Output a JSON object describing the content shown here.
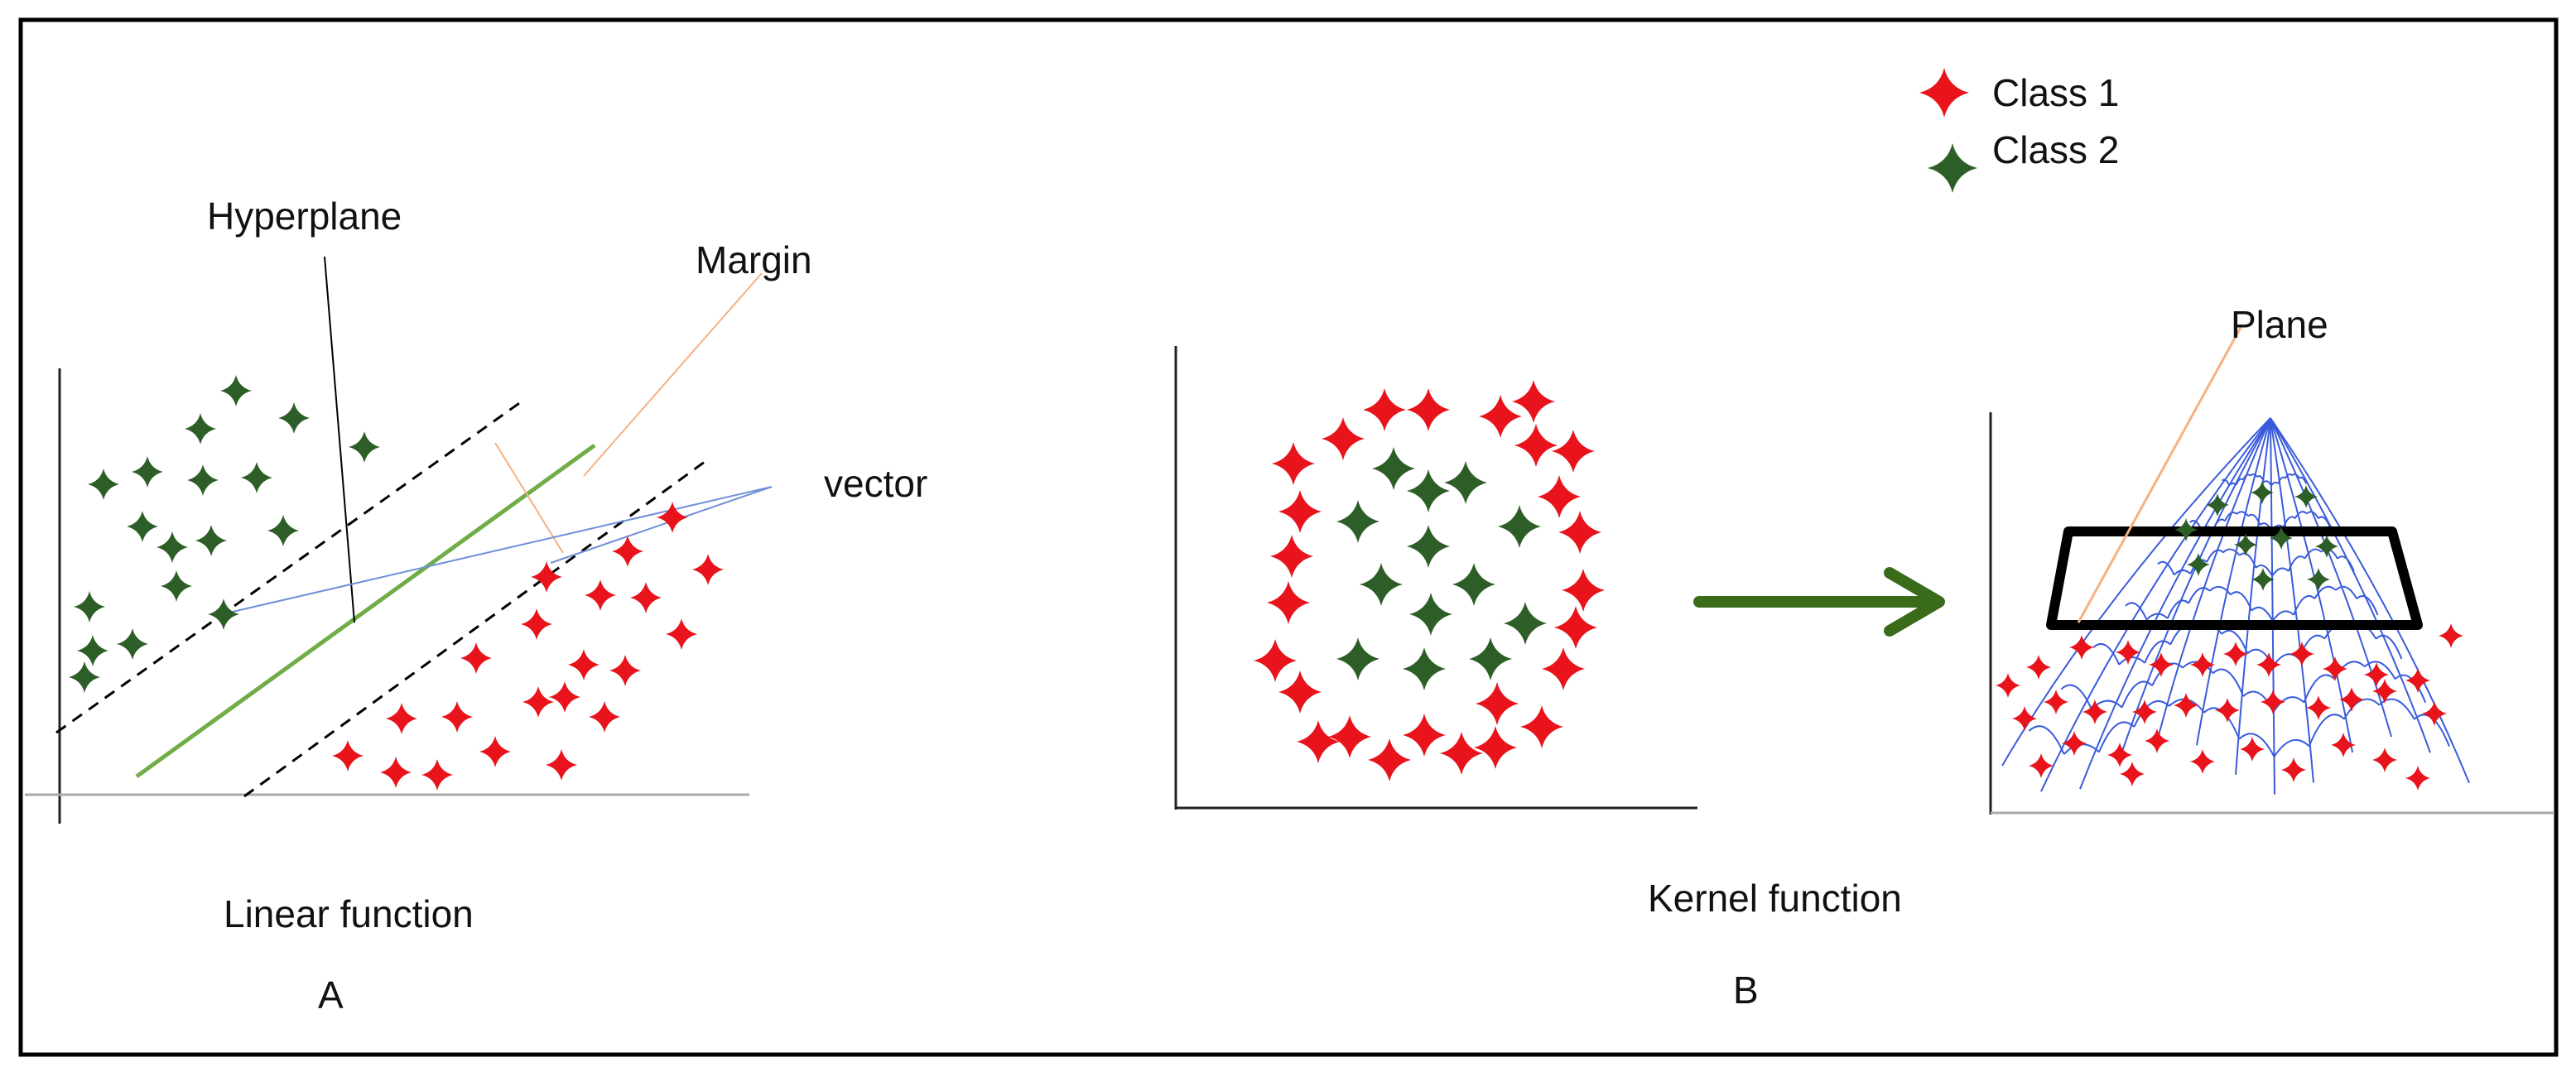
{
  "colors": {
    "class1": "#e8131b",
    "class2": "#2e5e27",
    "hyperplane_line": "#70ad47",
    "support_dash": "#000000",
    "vector_line": "#6f8fd8",
    "annotation_orange": "#f4b183",
    "kernel_arrow": "#3a6b1a",
    "mesh_blue": "#3a5bdc",
    "axis_gray": "#aaaaaa",
    "frame": "#000000"
  },
  "legend": {
    "class1": "Class 1",
    "class2": "Class 2"
  },
  "panel_a": {
    "hyperplane": "Hyperplane",
    "margin": "Margin",
    "vector": "vector",
    "caption": "Linear function",
    "letter": "A"
  },
  "panel_b": {
    "plane": "Plane",
    "caption": "Kernel function",
    "letter": "B"
  },
  "icons": {
    "class1_marker": "four-point-star-icon",
    "class2_marker": "four-point-star-icon",
    "transform_arrow": "right-arrow-icon"
  }
}
